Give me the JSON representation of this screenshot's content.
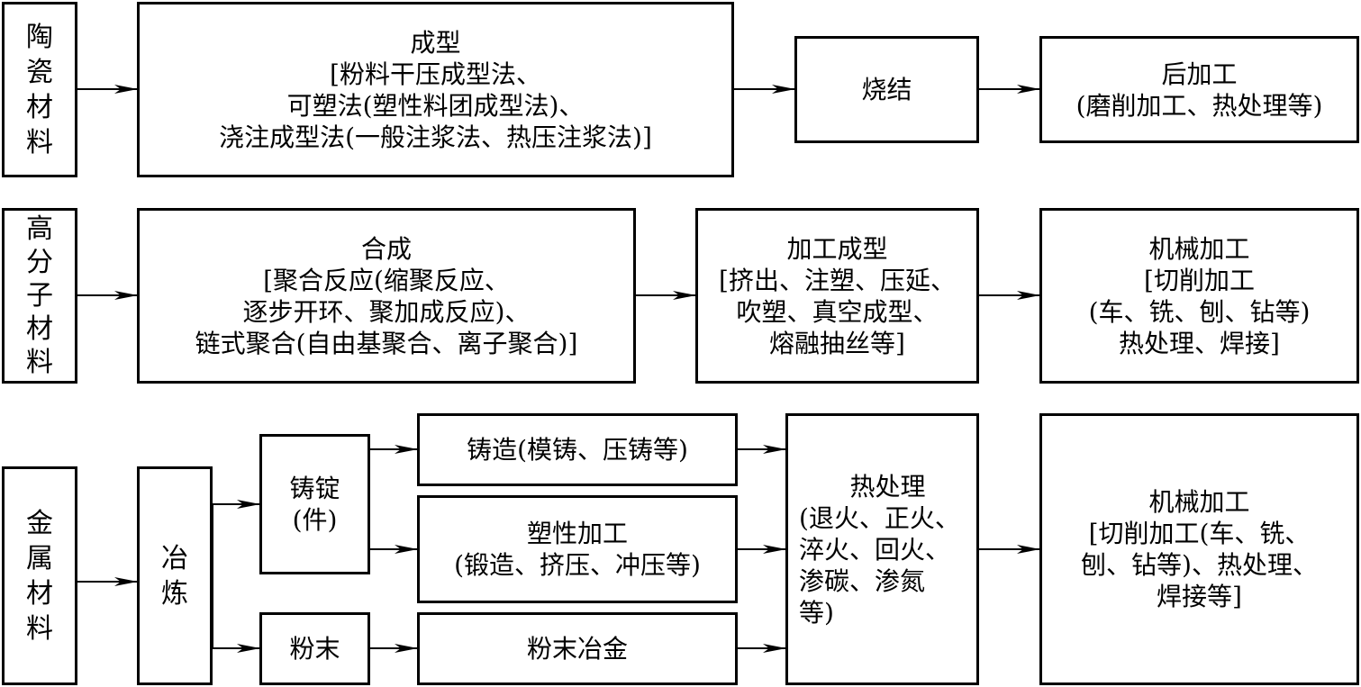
{
  "rows": {
    "ceramic": {
      "label": [
        "陶",
        "瓷",
        "材",
        "料"
      ],
      "forming": [
        "成型",
        "[粉料干压成型法、",
        "可塑法(塑性料团成型法)、",
        "浇注成型法(一般注浆法、热压注浆法)]"
      ],
      "sintering": [
        "烧结"
      ],
      "post": [
        "后加工",
        "(磨削加工、热处理等)"
      ]
    },
    "polymer": {
      "label": [
        "高",
        "分",
        "子",
        "材",
        "料"
      ],
      "synthesis": [
        "合成",
        "[聚合反应(缩聚反应、",
        "逐步开环、聚加成反应)、",
        "链式聚合(自由基聚合、离子聚合)]"
      ],
      "forming": [
        "加工成型",
        "[挤出、注塑、压延、",
        "吹塑、真空成型、",
        "熔融抽丝等]"
      ],
      "machining": [
        "机械加工",
        "[切削加工",
        "(车、铣、刨、钻等)",
        "热处理、焊接]"
      ]
    },
    "metal": {
      "label": [
        "金",
        "属",
        "材",
        "料"
      ],
      "smelting": [
        "冶",
        "炼"
      ],
      "ingot": [
        "铸锭",
        "(件)"
      ],
      "powder": [
        "粉末"
      ],
      "casting": [
        "铸造(模铸、压铸等)"
      ],
      "plastic": [
        "塑性加工",
        "(锻造、挤压、冲压等)"
      ],
      "powder_metallurgy": [
        "粉末冶金"
      ],
      "heat_treatment": [
        "热处理",
        "(退火、正火、",
        "淬火、回火、",
        "渗碳、渗氮",
        "等)"
      ],
      "machining": [
        "机械加工",
        "[切削加工(车、铣、",
        "刨、钻等)、热处理、",
        "焊接等]"
      ]
    }
  }
}
